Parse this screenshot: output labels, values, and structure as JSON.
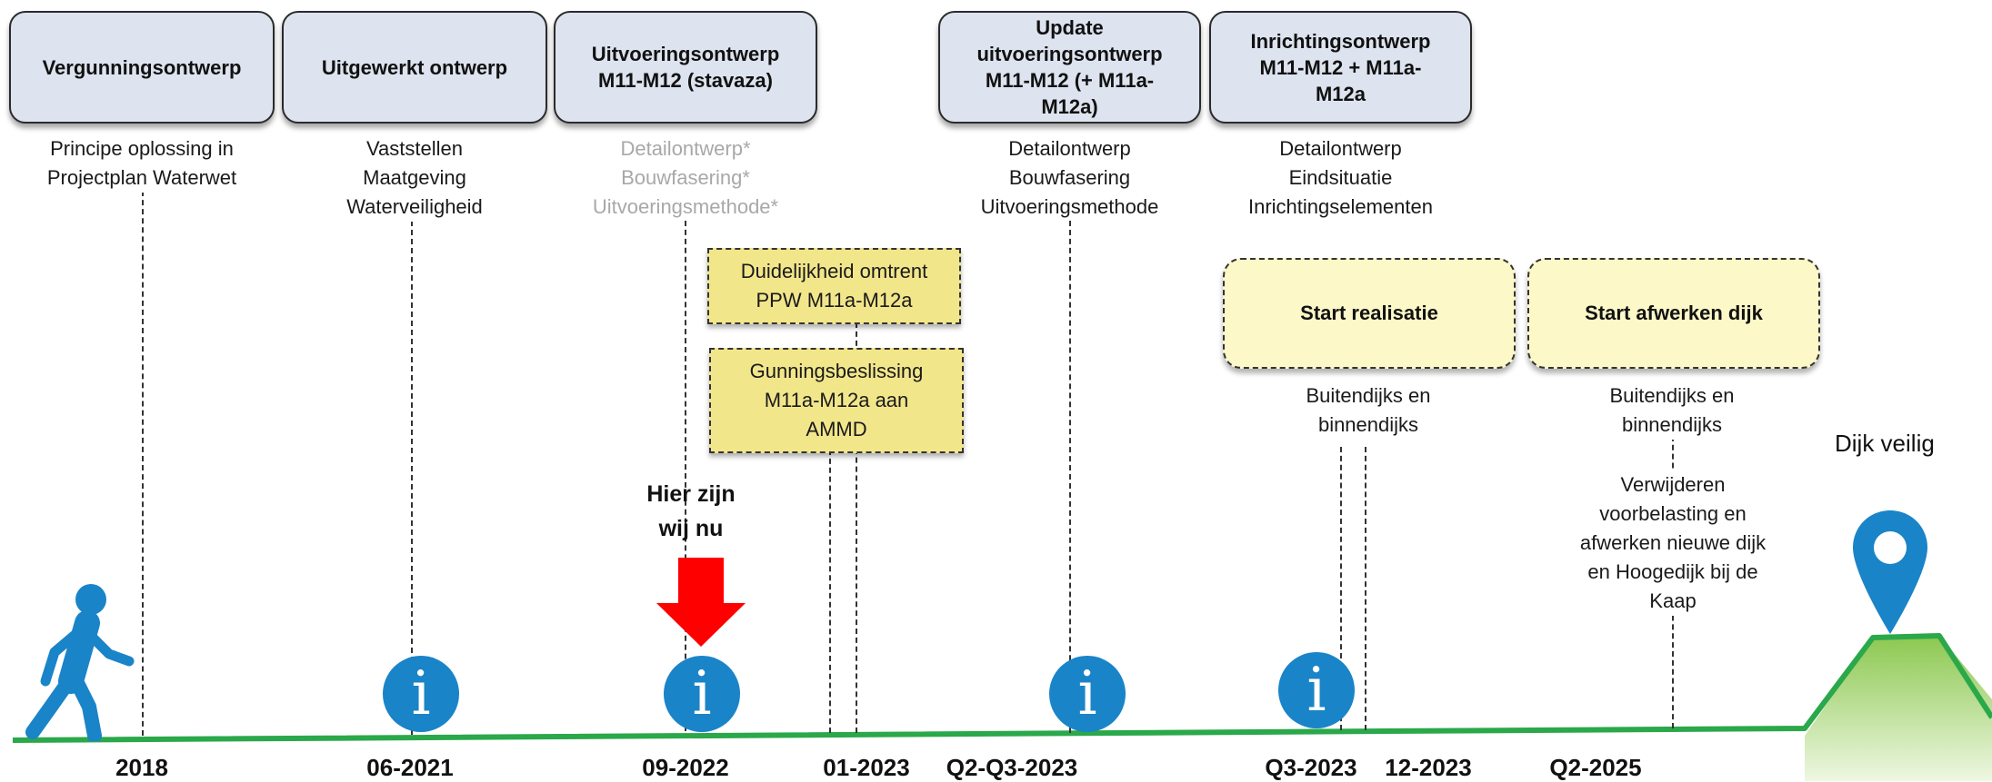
{
  "phases": [
    {
      "label": "Vergunningsontwerp"
    },
    {
      "label": "Uitgewerkt ontwerp"
    },
    {
      "label": "Uitvoeringsontwerp\nM11-M12 (stavaza)"
    },
    {
      "label": "Update\nuitvoeringsontwerp\nM11-M12 (+ M11a-\nM12a)"
    },
    {
      "label": "Inrichtingsontwerp\nM11-M12 + M11a-\nM12a"
    }
  ],
  "descriptions": [
    "Principe oplossing in\nProjectplan Waterwet",
    "Vaststellen\nMaatgeving\nWaterveiligheid",
    "Detailontwerp*\nBouwfasering*\nUitvoeringsmethode*",
    "Detailontwerp\nBouwfasering\nUitvoeringsmethode",
    "Detailontwerp\nEindsituatie\nInrichtingselementen"
  ],
  "milestones": {
    "duidelijkheid": "Duidelijkheid omtrent\nPPW M11a-M12a",
    "gunning": "Gunningsbeslissing\nM11a-M12a aan\nAMMD"
  },
  "realisatie": {
    "start_realisatie": "Start realisatie",
    "start_afwerken": "Start afwerken dijk",
    "realisatie_desc": "Buitendijks en\nbinnendijks",
    "afwerken_desc": "Buitendijks en\nbinnendijks",
    "afwerken_extra": "Verwijderen\nvoorbelasting en\nafwerken nieuwe dijk\nen Hoogedijk bij de\nKaap"
  },
  "here_label": "Hier zijn\nwij nu",
  "dijk_veilig": "Dijk veilig",
  "info_glyph": "i",
  "dates": [
    "2018",
    "06-2021",
    "09-2022",
    "01-2023",
    "Q2-Q3-2023",
    "Q3-2023",
    "12-2023",
    "Q2-2025"
  ],
  "colors": {
    "phase_fill": "#dde3ef",
    "milestone_yellow": "#f2e68b",
    "realisatie_yellow": "#fdf8c8",
    "timeline_green": "#2aa84a",
    "hill_green": "#9fd06a",
    "info_blue": "#1a84c8",
    "arrow_red": "#ff0000",
    "grey_text": "#a8a8a8"
  },
  "icons": [
    "walking-person-icon",
    "info-icon",
    "down-arrow-icon",
    "location-pin-icon"
  ]
}
